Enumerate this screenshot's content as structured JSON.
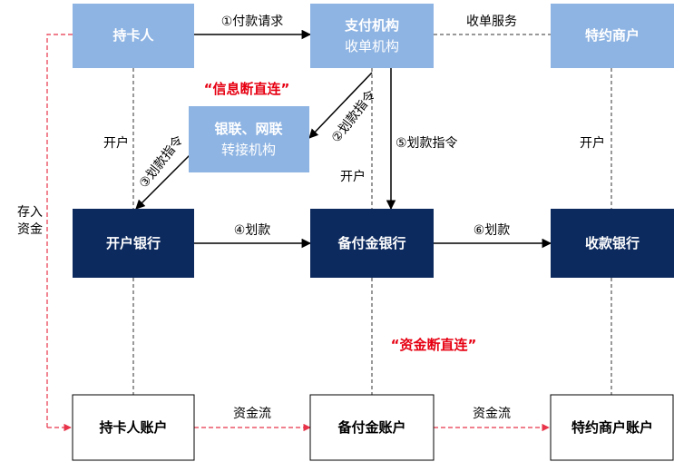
{
  "nodes": {
    "cardholder": "持卡人",
    "payment_line1": "支付机构",
    "payment_line2": "收单机构",
    "merchant": "特约商户",
    "switch_line1": "银联、网联",
    "switch_line2": "转接机构",
    "issuing_bank": "开户银行",
    "reserve_bank": "备付金银行",
    "acquiring_bank": "收款银行",
    "cardholder_account": "持卡人账户",
    "reserve_account": "备付金账户",
    "merchant_account": "特约商户账户"
  },
  "edges": {
    "payment_request": "①付款请求",
    "acquiring_service": "收单服务",
    "transfer_instruction_2": "②划款指令",
    "transfer_instruction_3": "③划款指令",
    "transfer_instruction_5": "⑤划款指令",
    "transfer_4": "④划款",
    "transfer_6": "⑥划款",
    "open_account_left": "开户",
    "open_account_mid": "开户",
    "open_account_right": "开户",
    "deposit_line1": "存入",
    "deposit_line2": "资金",
    "fund_flow_1": "资金流",
    "fund_flow_2": "资金流"
  },
  "annotations": {
    "info_direct": "“信息断直连”",
    "fund_direct": "“资金断直连”"
  },
  "colors": {
    "light_box": "#8eb4e3",
    "dark_box": "#0d2a5e",
    "red_text": "#e60012",
    "red_dash": "#e8344a"
  }
}
